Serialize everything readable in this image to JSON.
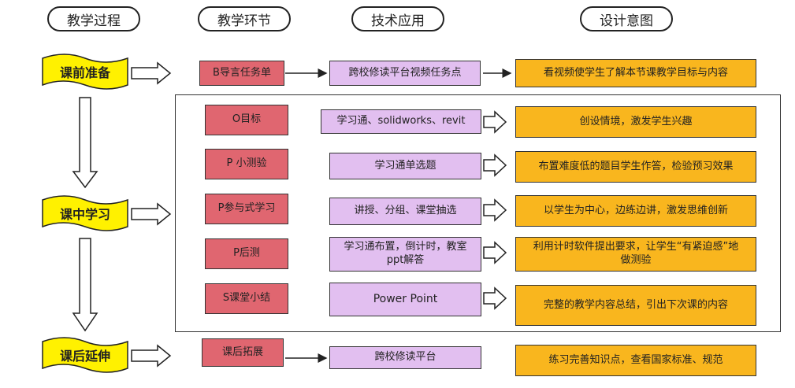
{
  "headers": {
    "process": "教学过程",
    "stage": "教学环节",
    "tech": "技术应用",
    "intent": "设计意图"
  },
  "phases": {
    "pre": "课前准备",
    "in": "课中学习",
    "post": "课后延伸"
  },
  "rows": [
    {
      "stage": "B导言任务单",
      "tech": "跨校修读平台视频任务点",
      "intent": "看视频使学生了解本节课教学目标与内容"
    },
    {
      "stage": "O目标",
      "tech": "学习通、solidworks、revit",
      "intent": "创设情境，激发学生兴趣"
    },
    {
      "stage": "P 小测验",
      "tech": "学习通单选题",
      "intent": "布置难度低的题目学生作答，检验预习效果"
    },
    {
      "stage": "P参与式学习",
      "tech": "讲授、分组、课堂抽选",
      "intent": "以学生为中心，边练边讲，激发思维创新"
    },
    {
      "stage": "P后测",
      "tech": "学习通布置，倒计时，教室ppt解答",
      "intent": "利用计时软件提出要求，让学生“有紧迫感”地做测验"
    },
    {
      "stage": "S课堂小结",
      "tech": "Power Point",
      "intent": "完整的教学内容总结，引出下次课的内容"
    },
    {
      "stage": "课后拓展",
      "tech": "跨校修读平台",
      "intent": "练习完善知识点，查看国家标准、规范"
    }
  ],
  "colors": {
    "banner": "#fff100",
    "stage": "#e06670",
    "tech": "#e2bff0",
    "intent": "#f9b61e"
  }
}
